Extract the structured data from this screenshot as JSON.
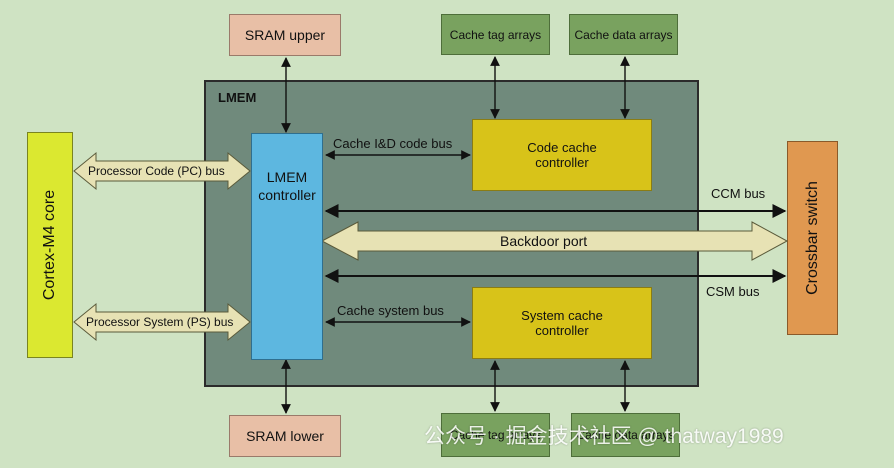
{
  "blocks": {
    "sram_upper": "SRAM upper",
    "sram_lower": "SRAM lower",
    "cache_tag_arrays_top": "Cache tag arrays",
    "cache_data_arrays_top": "Cache data arrays",
    "cache_tag_arrays_bottom": "Cache tag arrays",
    "cache_data_arrays_bottom": "Cache data arrays",
    "lmem_title": "LMEM",
    "lmem_controller": "LMEM\ncontroller",
    "code_cache_controller": "Code cache\ncontroller",
    "system_cache_controller": "System cache\ncontroller",
    "cortex_core": "Cortex-M4 core",
    "crossbar_switch": "Crossbar switch"
  },
  "buses": {
    "processor_code": "Processor Code (PC) bus",
    "processor_system": "Processor System (PS) bus",
    "cache_id_code": "Cache I&D code bus",
    "cache_system": "Cache system bus",
    "ccm": "CCM bus",
    "csm": "CSM bus",
    "backdoor": "Backdoor port"
  },
  "watermark": "公众号 · 掘金技术社区 @ thatway1989",
  "colors": {
    "background": "#cfe3c3",
    "lmem": "#708a7c",
    "controller": "#5db7e0",
    "cache": "#d8c319",
    "cortex": "#dbe830",
    "crossbar": "#e09850",
    "sram": "#e8bfa6",
    "arrays": "#79a25f",
    "fat_arrow": "#e7e2b4"
  }
}
